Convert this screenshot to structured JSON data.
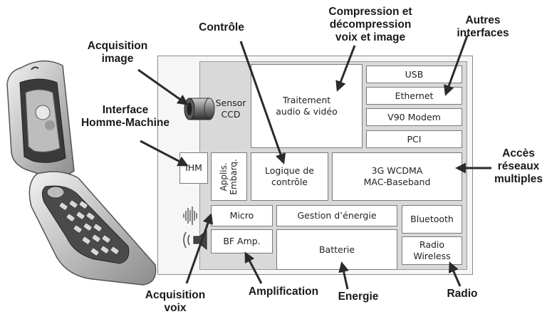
{
  "callouts": {
    "acquisition_image": "Acquisition\nimage",
    "controle": "Contrôle",
    "compression": "Compression et\ndécompression\nvoix et image",
    "autres_interfaces": "Autres\ninterfaces",
    "interface_hm": "Interface\nHomme-Machine",
    "acces_reseaux": "Accès\nréseaux\nmultiples",
    "acquisition_voix": "Acquisition\nvoix",
    "amplification": "Amplification",
    "energie": "Energie",
    "radio": "Radio"
  },
  "blocks": {
    "sensor": "Sensor\nCCD",
    "traitement": "Traitement\naudio & vidéo",
    "usb": "USB",
    "ethernet": "Ethernet",
    "modem": "V90 Modem",
    "pci": "PCI",
    "ihm": "IHM",
    "applis": "Applis.\nEmbarq.",
    "logique": "Logique de\ncontrôle",
    "wcdma": "3G WCDMA\nMAC-Baseband",
    "micro": "Micro",
    "gestion": "Gestion d’énergie",
    "bluetooth": "Bluetooth",
    "bf": "BF Amp.",
    "batterie": "Batterie",
    "radio_wireless": "Radio\nWireless"
  },
  "colors": {
    "chip_fill": "#d9d9d9",
    "board_fill": "#f6f6f6",
    "arrow": "#2b2b2b"
  }
}
